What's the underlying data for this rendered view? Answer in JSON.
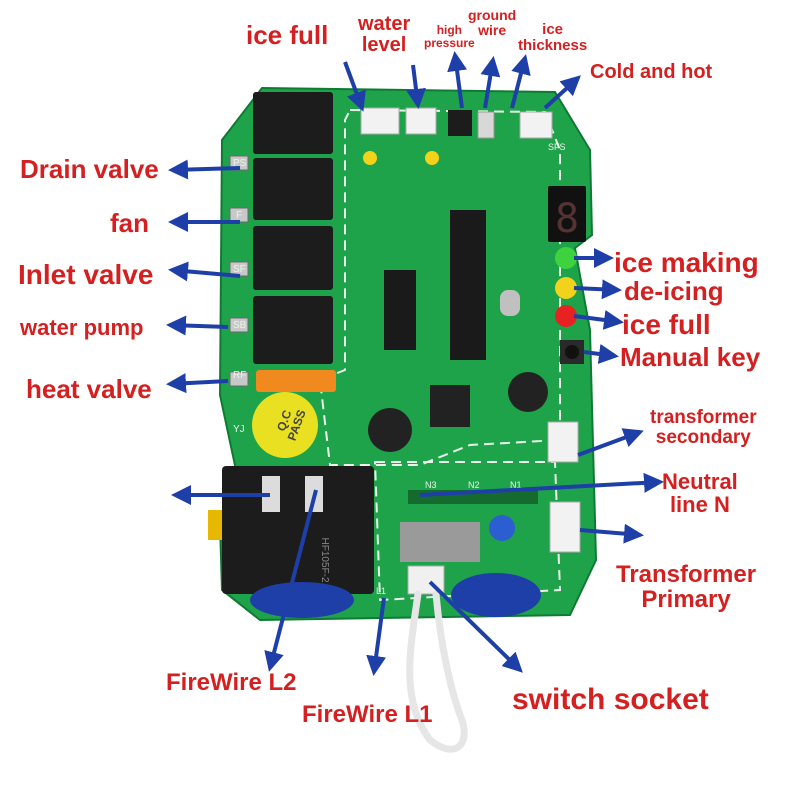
{
  "colors": {
    "label_red": "#d42020",
    "arrow_blue": "#1f3fa8",
    "pcb_green": "#1fa34a",
    "pcb_dark_green": "#168a3b",
    "relay_black": "#1c1c1c",
    "capacitor_blue": "#1e3ea8",
    "led_green": "#3fd23f",
    "led_yellow": "#f2d21a",
    "led_red": "#e82222",
    "qc_sticker": "#e8e020"
  },
  "labels": {
    "ice_full_top": "ice full",
    "water_level": "water\nlevel",
    "high_pressure": "high\npressure",
    "ground_wire": "ground\nwire",
    "ice_thickness": "ice\nthickness",
    "cold_and_hot": "Cold and hot",
    "drain_valve": "Drain valve",
    "fan": "fan",
    "inlet_valve": "Inlet valve",
    "water_pump": "water pump",
    "heat_valve": "heat valve",
    "ice_making": "ice making",
    "de_icing": "de-icing",
    "ice_full_right": "ice full",
    "manual_key": "Manual key",
    "transformer_secondary": "transformer\nsecondary",
    "neutral_line_n": "Neutral\nline N",
    "transformer_primary": "Transformer\nPrimary",
    "firewire_l2": "FireWire L2",
    "firewire_l1": "FireWire L1",
    "switch_socket": "switch socket"
  },
  "board_marks": {
    "seven_segment": "8",
    "qc_sticker": "Q.C\nPASS",
    "silkscreen_n3": "N3",
    "silkscreen_n2": "N2",
    "silkscreen_n1": "N1",
    "silkscreen_ps": "PS",
    "silkscreen_f": "F",
    "silkscreen_sf": "SF",
    "silkscreen_sb": "SB",
    "silkscreen_rf": "RF",
    "silkscreen_yj": "YJ",
    "silkscreen_l1": "L1",
    "silkscreen_sfs": "SFS",
    "big_relay_text": "HF105F-2"
  }
}
